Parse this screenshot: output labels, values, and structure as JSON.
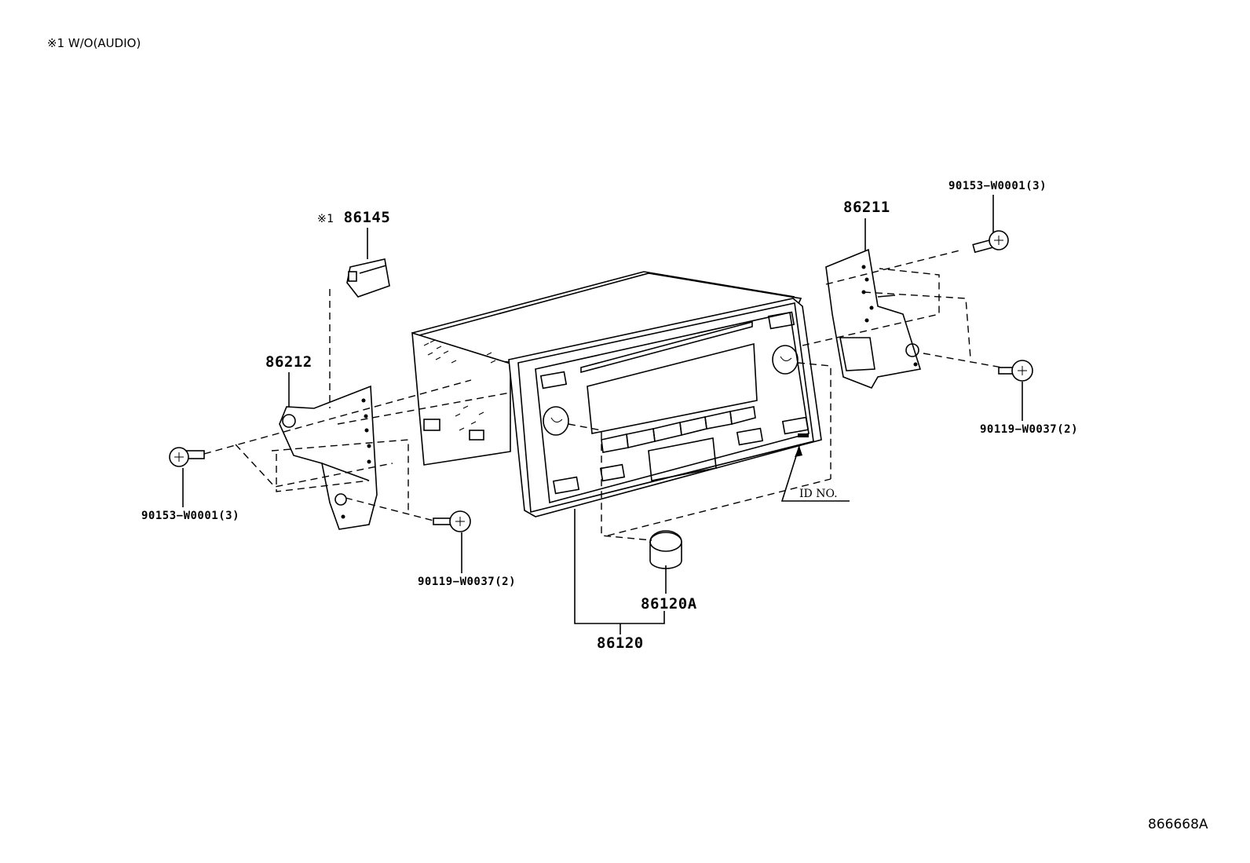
{
  "note": "※1 W/O(AUDIO)",
  "figure_id": "866668A",
  "id_label": "ID NO.",
  "parts": {
    "p86145": {
      "mark": "※1",
      "number": "86145"
    },
    "p86212": "86212",
    "p86211": "86211",
    "p86120": "86120",
    "p86120A": "86120A",
    "screw_left": "90153−W0001(3)",
    "screw_right": "90153−W0001(3)",
    "bolt_left": "90119−W0037(2)",
    "bolt_right": "90119−W0037(2)"
  }
}
